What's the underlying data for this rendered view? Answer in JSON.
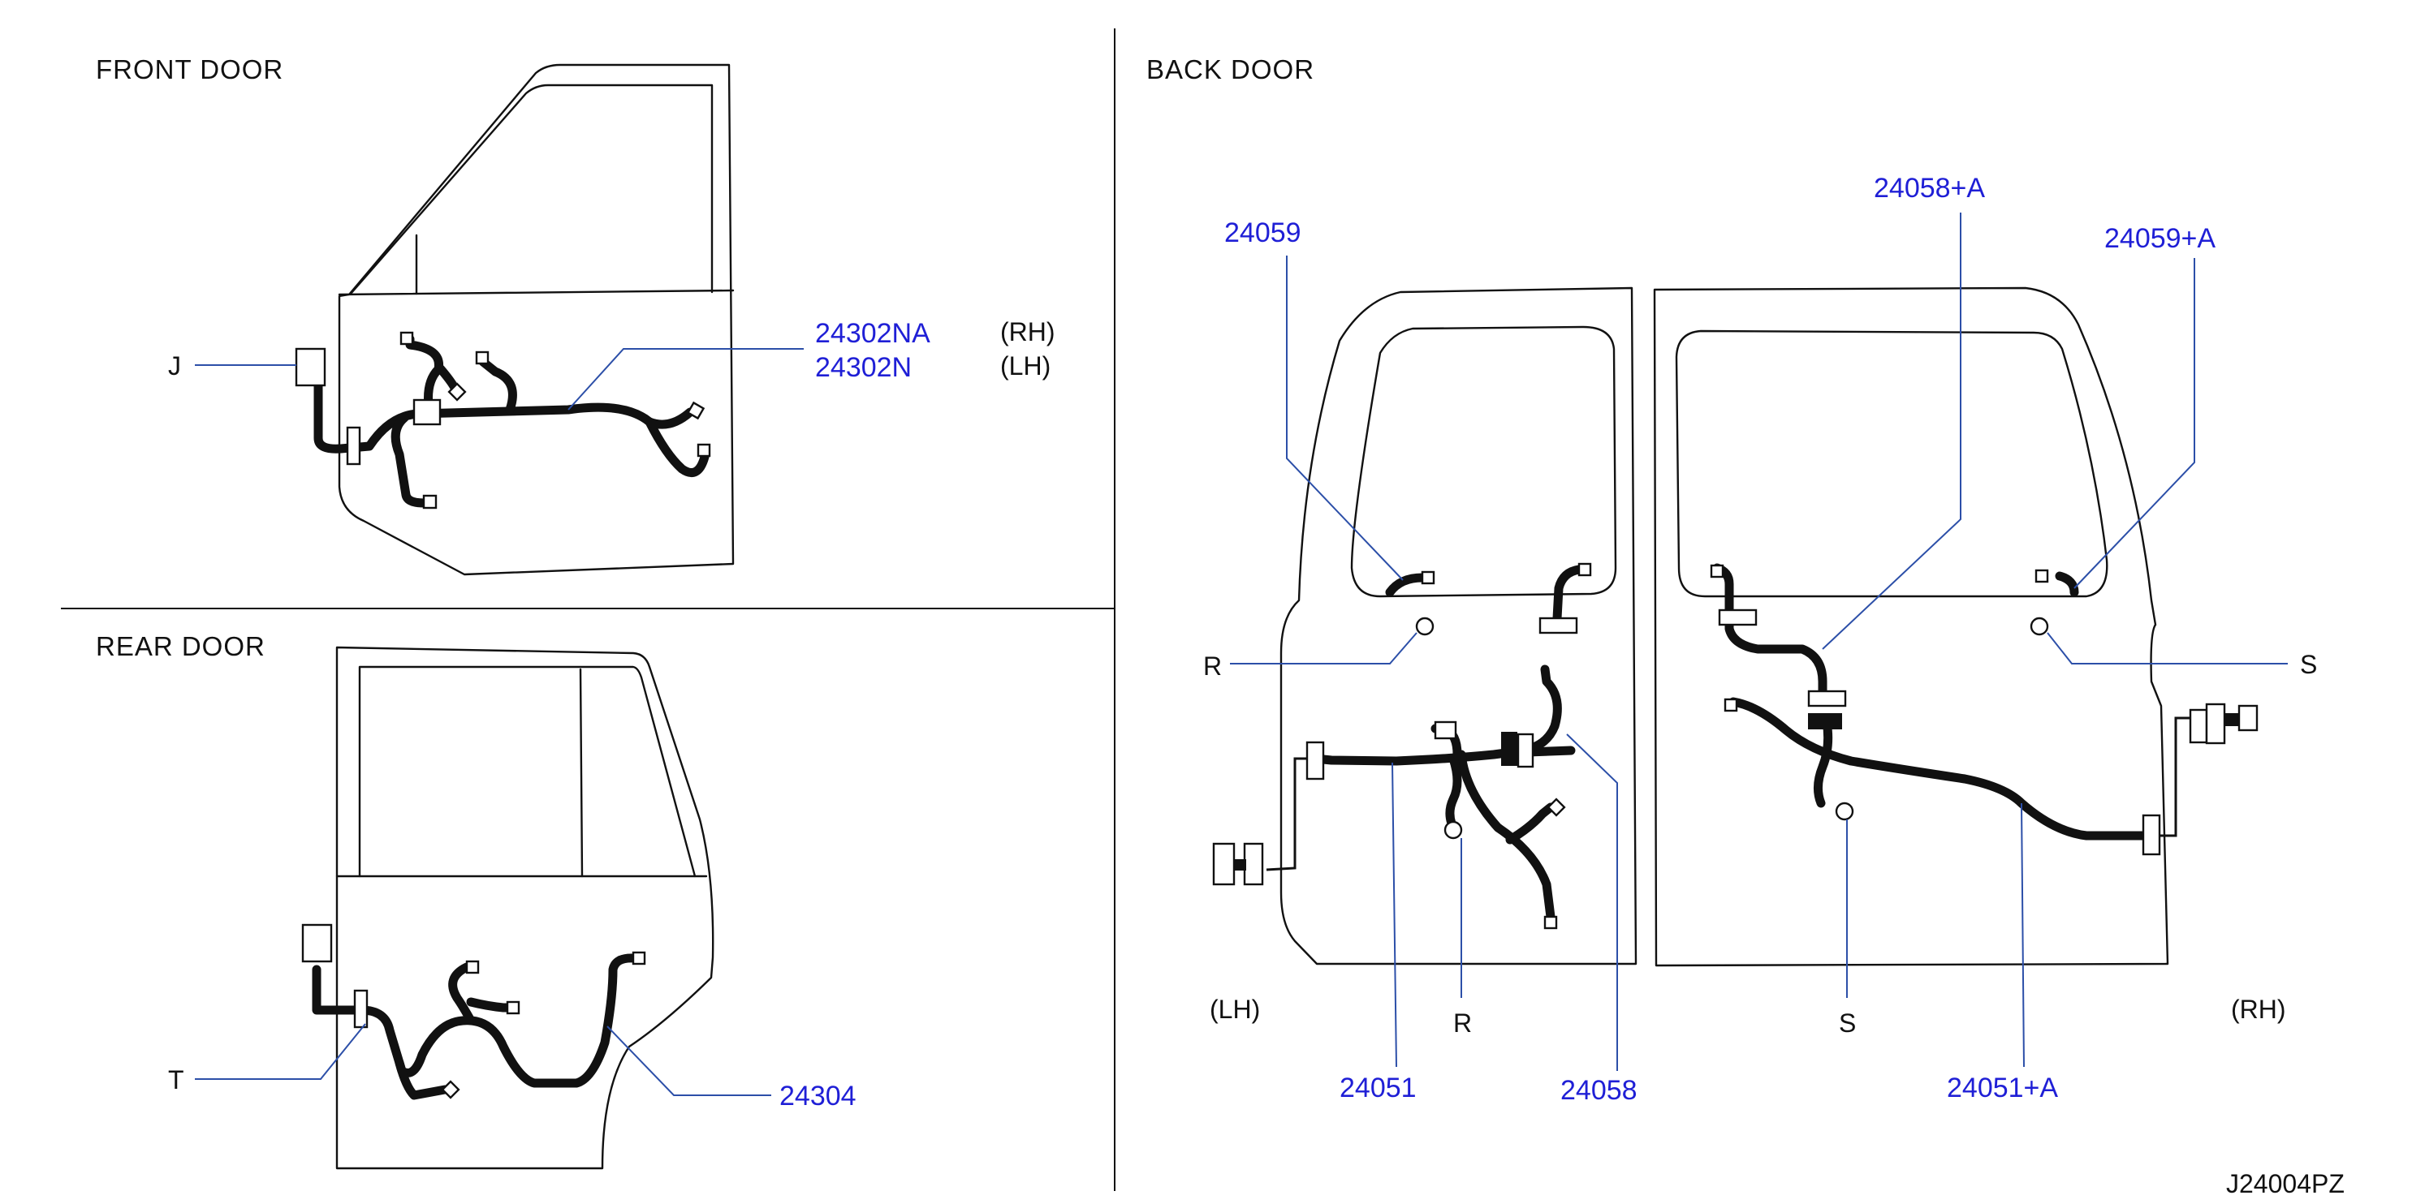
{
  "sections": {
    "front": "FRONT   DOOR",
    "rear": "REAR   DOOR",
    "back": "BACK   DOOR"
  },
  "front_door": {
    "label_j": "J",
    "part_rh": "24302NA",
    "part_lh": "24302N",
    "side_rh": "(RH)",
    "side_lh": "(LH)"
  },
  "rear_door": {
    "label_t": "T",
    "part": "24304"
  },
  "back_door": {
    "part_24059": "24059",
    "part_24058a": "24058+A",
    "part_24059a": "24059+A",
    "part_24051": "24051",
    "part_24058": "24058",
    "part_24051a": "24051+A",
    "label_r_left": "R",
    "label_r_bottom": "R",
    "label_s_right": "S",
    "label_s_bottom": "S",
    "side_lh": "(LH)",
    "side_rh": "(RH)"
  },
  "drawing_code": "J24004PZ"
}
